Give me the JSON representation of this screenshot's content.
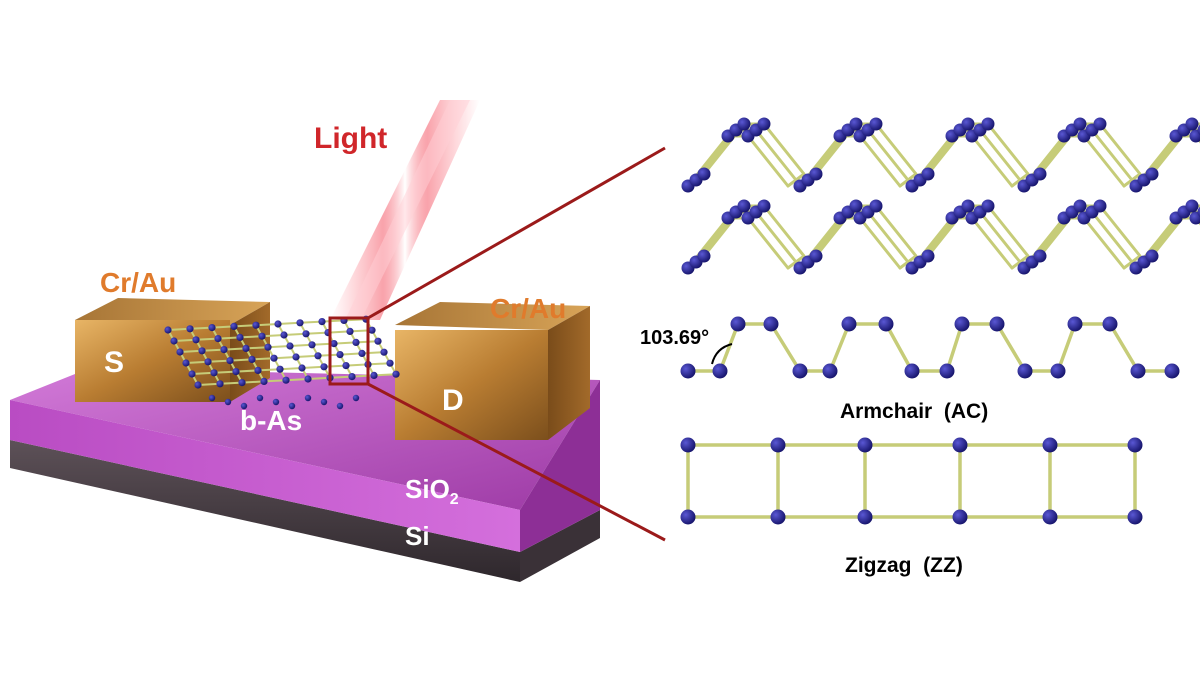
{
  "device": {
    "light_label": "Light",
    "contact_left_label": "Cr/Au",
    "contact_right_label": "Cr/Au",
    "source_label": "S",
    "drain_label": "D",
    "channel_label": "b-As",
    "oxide_label_main": "SiO",
    "oxide_label_sub": "2",
    "substrate_label": "Si"
  },
  "structure": {
    "angle_label": "103.69°",
    "armchair_label": "Armchair  (AC)",
    "zigzag_label": "Zigzag  (ZZ)"
  },
  "colors": {
    "light_text": "#d0262a",
    "contact_text": "#e07b2c",
    "atom": "#1c1a86",
    "bond": "#c6cc78",
    "oxide": "#b23ab8",
    "substrate": "#4a4048",
    "gold": "#c8923e",
    "leader_line": "#9b1a1a"
  }
}
